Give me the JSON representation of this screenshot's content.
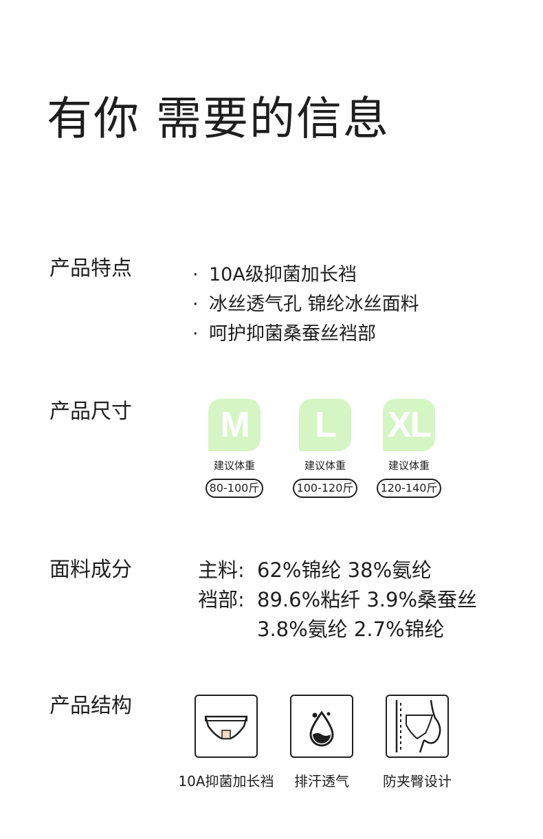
{
  "title": "有你 需要的信息",
  "features": {
    "label": "产品特点",
    "bullet": "·",
    "items": [
      "10A级抑菌加长裆",
      "冰丝透气孔 锦纶冰丝面料",
      "呵护抑菌桑蚕丝裆部"
    ]
  },
  "sizes": {
    "label": "产品尺寸",
    "items": [
      {
        "size": "M",
        "caption": "建议体重",
        "range": "80-100斤"
      },
      {
        "size": "L",
        "caption": "建议体重",
        "range": "100-120斤"
      },
      {
        "size": "XL",
        "caption": "建议体重",
        "range": "120-140斤"
      }
    ],
    "accent_color": "#d6f5c4"
  },
  "composition": {
    "label": "面料成分",
    "rows": [
      {
        "key": "主料:",
        "value": "62%锦纶  38%氨纶"
      },
      {
        "key": "裆部:",
        "value": "89.6%粘纤  3.9%桑蚕丝"
      },
      {
        "key": "",
        "value": "3.8%氨纶  2.7%锦纶"
      }
    ]
  },
  "structure": {
    "label": "产品结构",
    "items": [
      {
        "icon": "underwear-icon",
        "caption": "10A抑菌加长裆"
      },
      {
        "icon": "water-drop-icon",
        "caption": "排汗透气"
      },
      {
        "icon": "hip-icon",
        "caption": "防夹臀设计"
      }
    ]
  }
}
